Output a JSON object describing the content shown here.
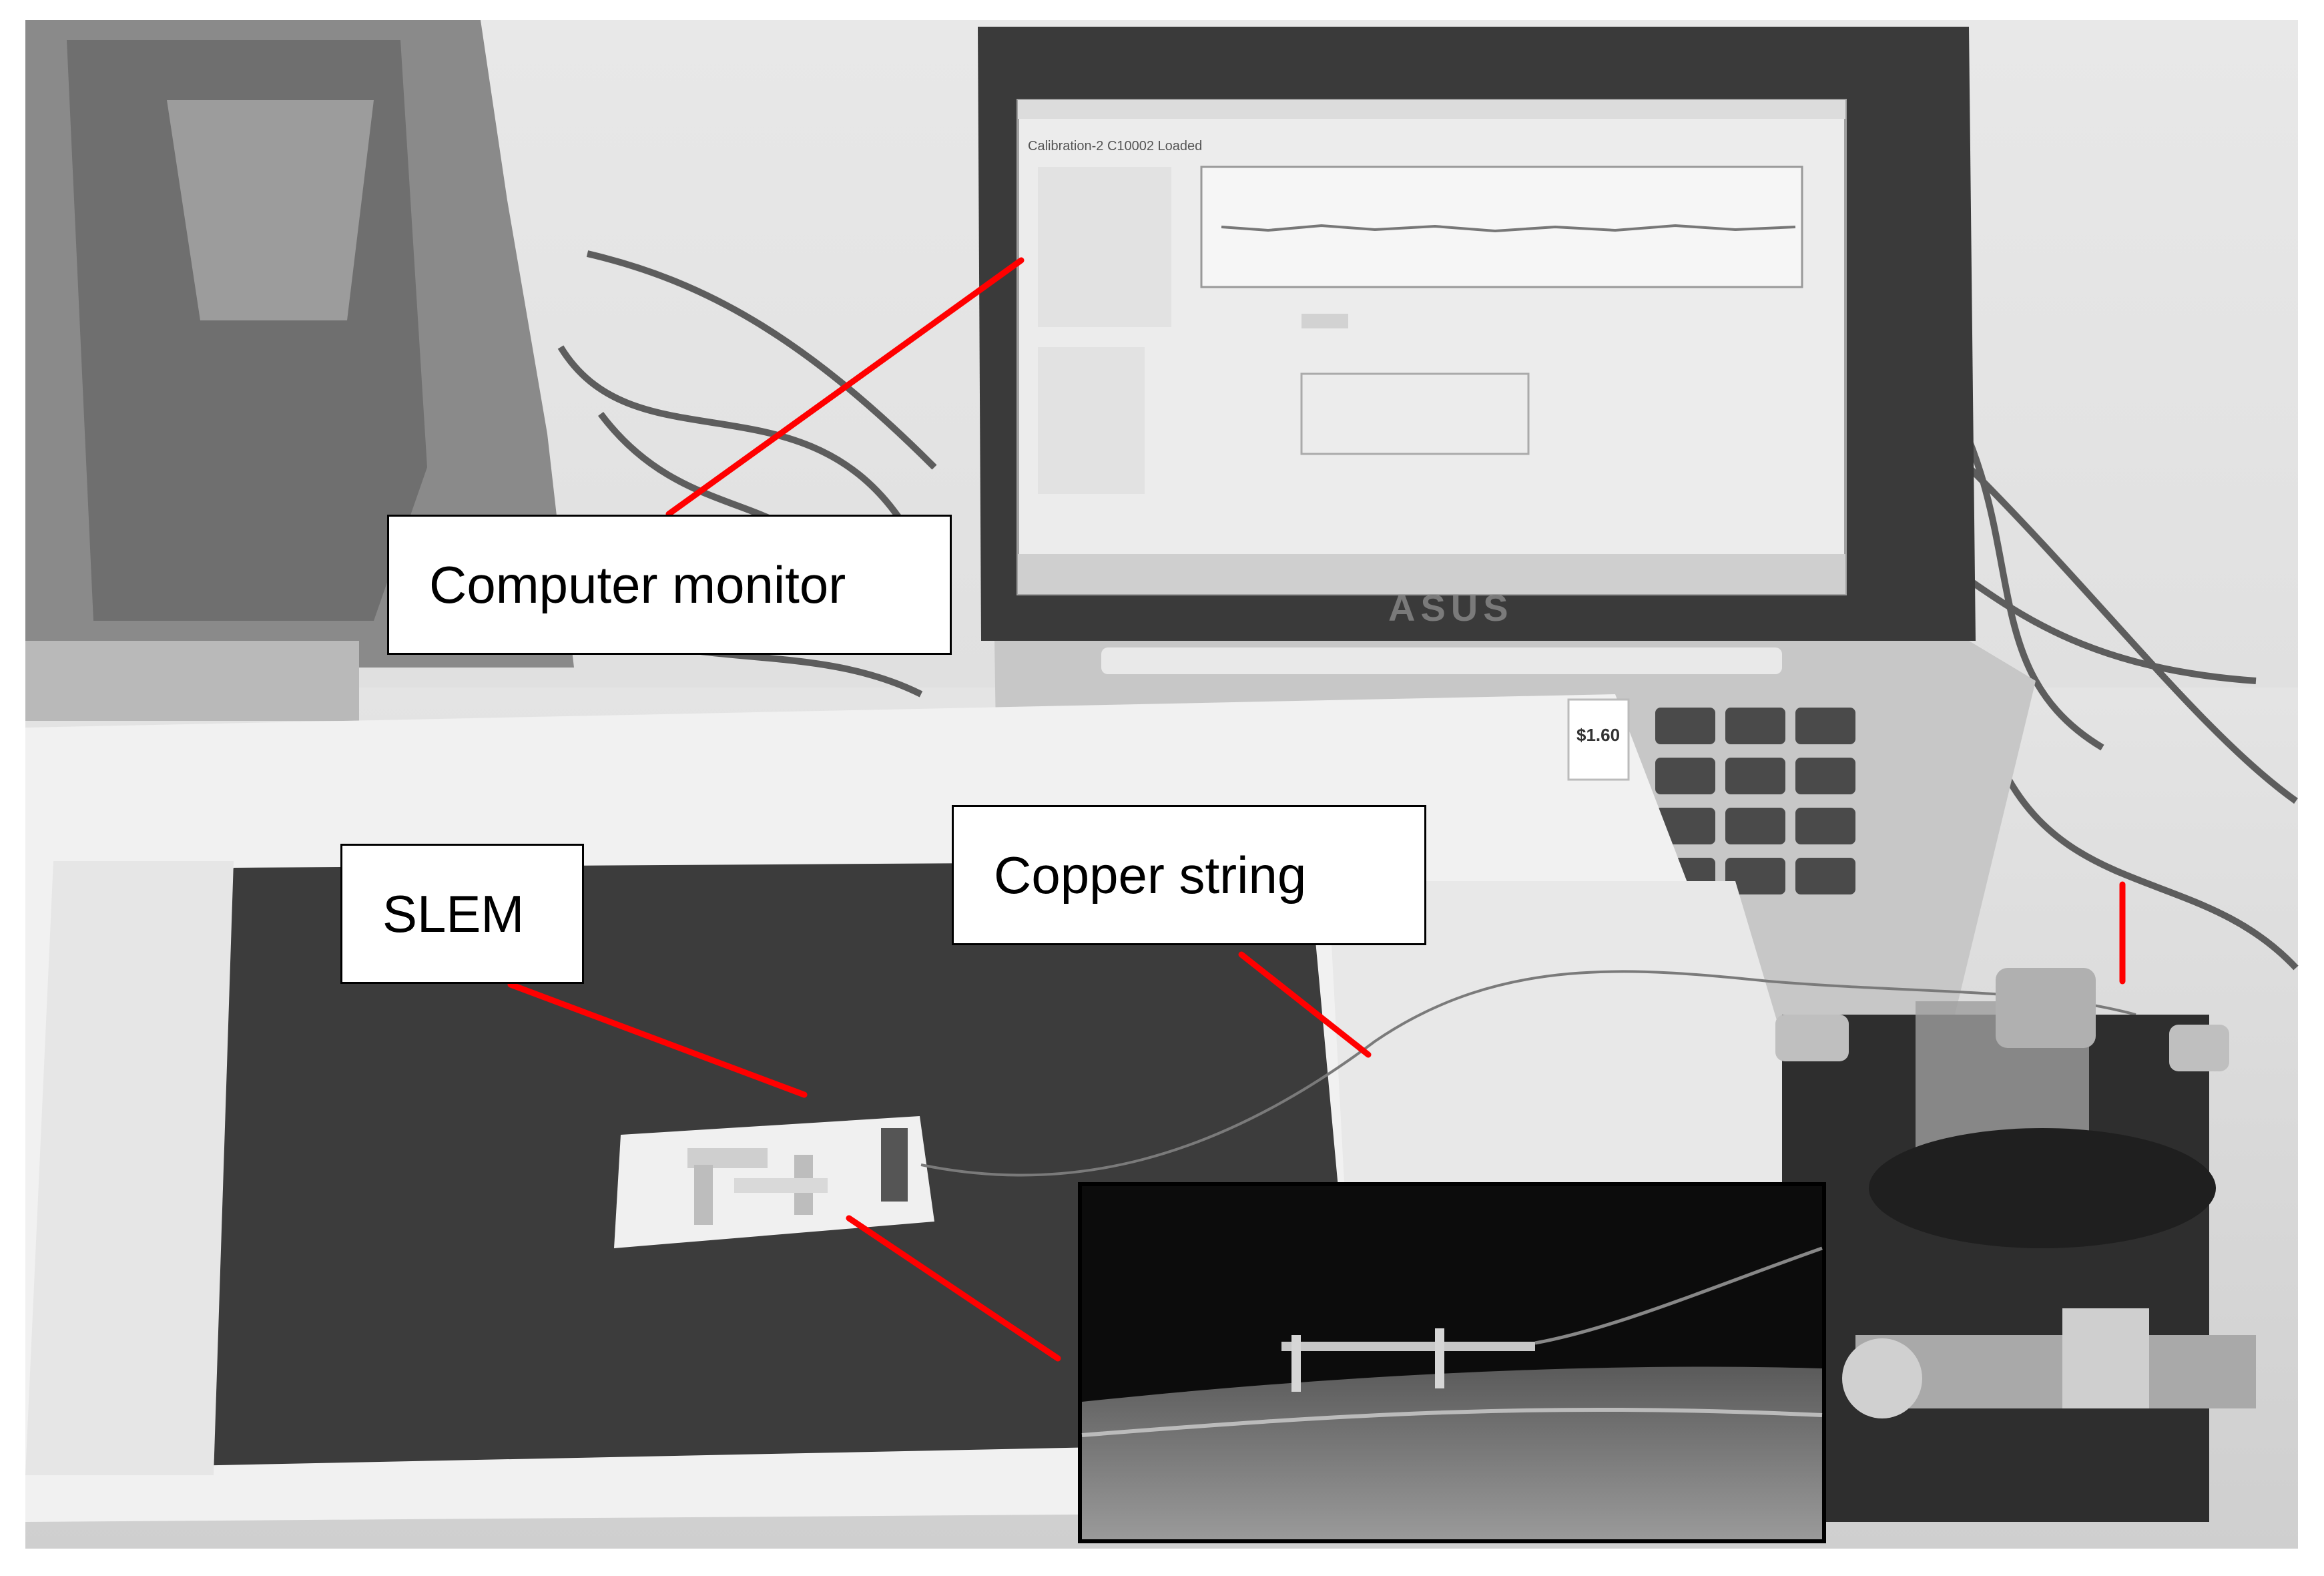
{
  "labels": {
    "monitor": "Computer monitor",
    "slem": "SLEM",
    "copper": "Copper string"
  },
  "screen": {
    "window_title": "Calibration-2 C10002 Loaded",
    "price_sticker": "$1.60",
    "laptop_brand": "ASUS"
  },
  "colors": {
    "annotation_line": "#ff0000",
    "label_border": "#000000",
    "label_fill": "#ffffff"
  },
  "icons": {
    "monitor": "laptop-computer",
    "stage": "micrometer-positioning-stage",
    "specimen": "slem-specimen-card"
  }
}
